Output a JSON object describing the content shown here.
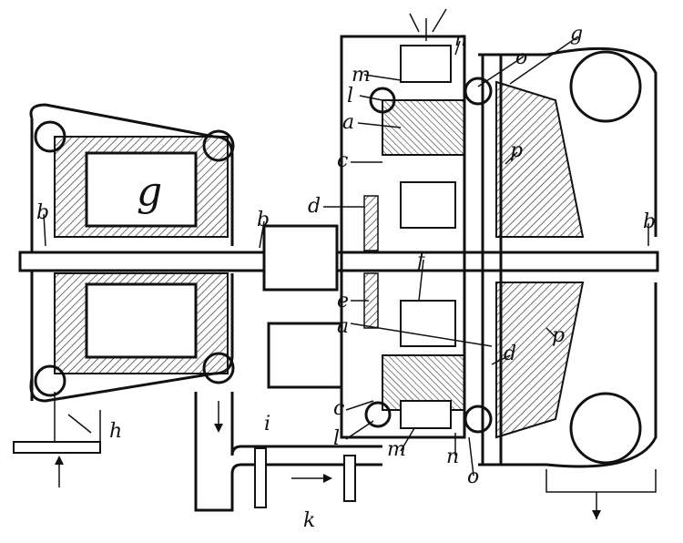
{
  "colors": {
    "ink": "#111111",
    "paper": "#ffffff",
    "hatch": "#333333"
  },
  "labels": {
    "a_top": "a",
    "a_bottom": "a",
    "b_left": "b",
    "b_mid": "b",
    "b_right": "b",
    "c_top": "c",
    "c_bottom": "c",
    "d_top": "d",
    "d_right": "d",
    "e": "e",
    "f": "f",
    "g_left": "g",
    "g_top": "g",
    "h": "h",
    "i": "i",
    "k": "k",
    "l_top": "l",
    "l_bottom": "l",
    "m_top": "m",
    "m_bottom": "m",
    "n_top": "n",
    "n_bottom": "n",
    "o_top": "o",
    "o_bottom": "o",
    "p_top": "p",
    "p_bottom": "p"
  }
}
